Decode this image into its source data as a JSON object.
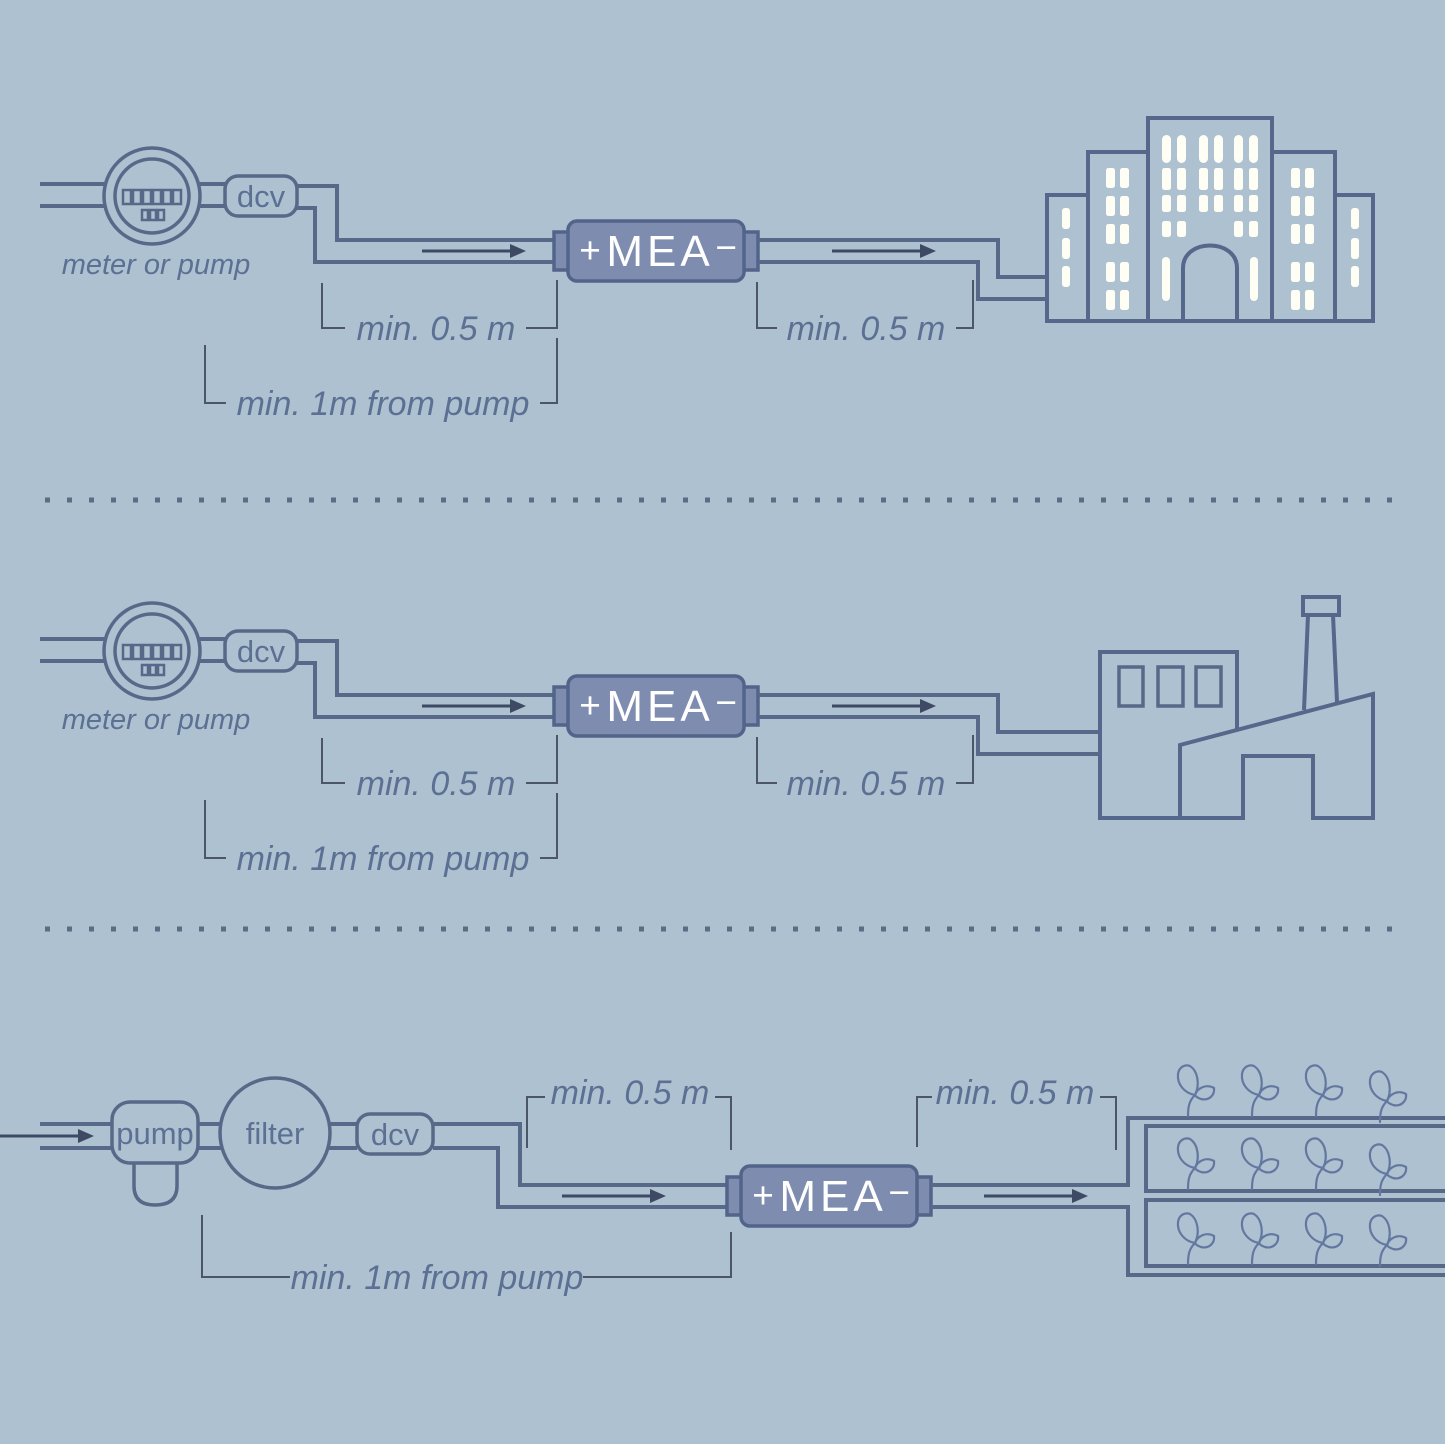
{
  "colors": {
    "background": "#adc1d0",
    "line": "#586888",
    "text": "#5c7094",
    "device_fill": "#7d8caf",
    "device_stroke": "#53648a",
    "device_text": "#ffffff",
    "window_fill": "#fffef4",
    "dimension_line": "#4c5666",
    "arrow": "#3e4a64",
    "plant": "#6377a0"
  },
  "sections": [
    {
      "id": "residential",
      "source_label": "meter or pump",
      "valve_label": "dcv",
      "device": {
        "plus": "+",
        "label": "MEA",
        "minus": "−"
      },
      "distance_before": "min. 0.5 m",
      "distance_after": "min. 0.5 m",
      "pump_distance": "min. 1m from pump"
    },
    {
      "id": "industrial",
      "source_label": "meter or pump",
      "valve_label": "dcv",
      "device": {
        "plus": "+",
        "label": "MEA",
        "minus": "−"
      },
      "distance_before": "min. 0.5 m",
      "distance_after": "min. 0.5 m",
      "pump_distance": "min. 1m from pump"
    },
    {
      "id": "irrigation",
      "pump_label": "pump",
      "filter_label": "filter",
      "valve_label": "dcv",
      "device": {
        "plus": "+",
        "label": "MEA",
        "minus": "−"
      },
      "distance_before": "min. 0.5 m",
      "distance_after": "min. 0.5 m",
      "pump_distance": "min. 1m from pump"
    }
  ]
}
